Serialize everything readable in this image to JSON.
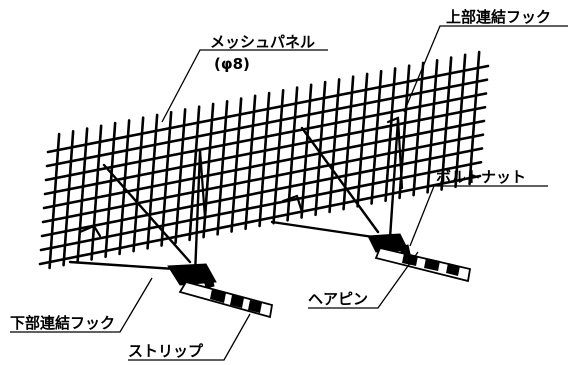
{
  "labels": {
    "mesh_panel": "メッシュパネル",
    "mesh_diameter": "(φ8)",
    "upper_hook": "上部連結フック",
    "bolt_nut": "ボルトナット",
    "hairpin": "ヘアピン",
    "lower_hook": "下部連結フック",
    "strip": "ストリップ"
  },
  "colors": {
    "line": "#000000",
    "background": "#ffffff"
  }
}
